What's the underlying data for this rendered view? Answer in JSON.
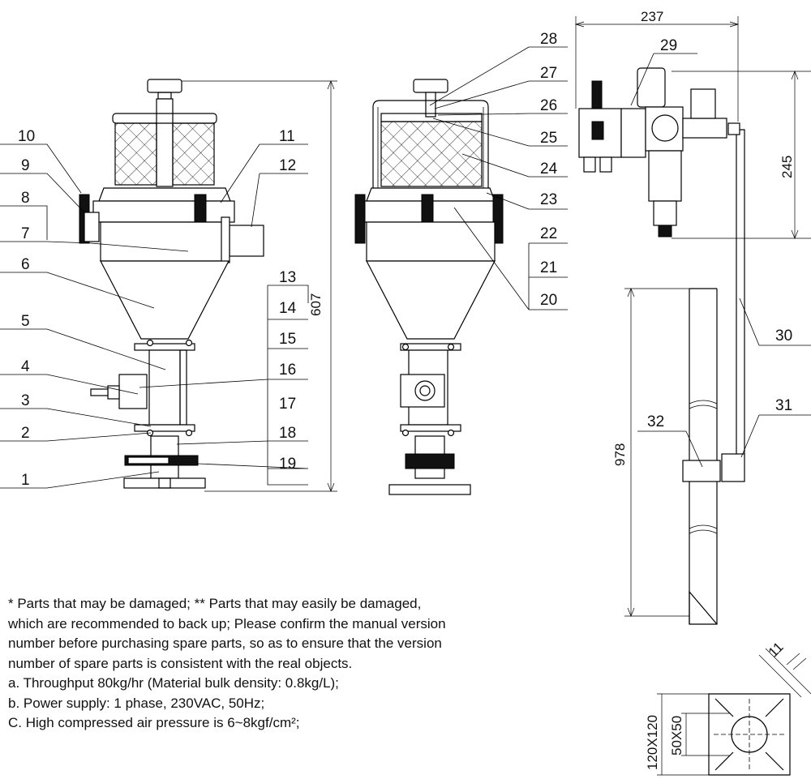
{
  "callouts": [
    "1",
    "2",
    "3",
    "4",
    "5",
    "6",
    "7",
    "8",
    "9",
    "10",
    "11",
    "12",
    "13",
    "14",
    "15",
    "16",
    "17",
    "18",
    "19",
    "20",
    "21",
    "22",
    "23",
    "24",
    "25",
    "26",
    "27",
    "28",
    "29",
    "30",
    "31",
    "32"
  ],
  "dimensions": {
    "height_total": "607",
    "width_valve_panel": "237",
    "height_valve_panel": "245",
    "suction_tube_length": "978",
    "base_size": "120X120",
    "base_inner": "50X50",
    "slot_width": "11"
  },
  "notes": [
    "* Parts that may be damaged;  ** Parts that may easily be damaged,",
    "which are recommended to back up; Please confirm the manual version",
    "number before purchasing spare parts, so as to ensure that the version",
    "number of spare parts is consistent with the real objects.",
    "a. Throughput 80kg/hr (Material bulk density: 0.8kg/L);",
    "b.  Power supply: 1 phase, 230VAC,  50Hz;",
    "C. High compressed air pressure is 6~8kgf/cm²;"
  ]
}
